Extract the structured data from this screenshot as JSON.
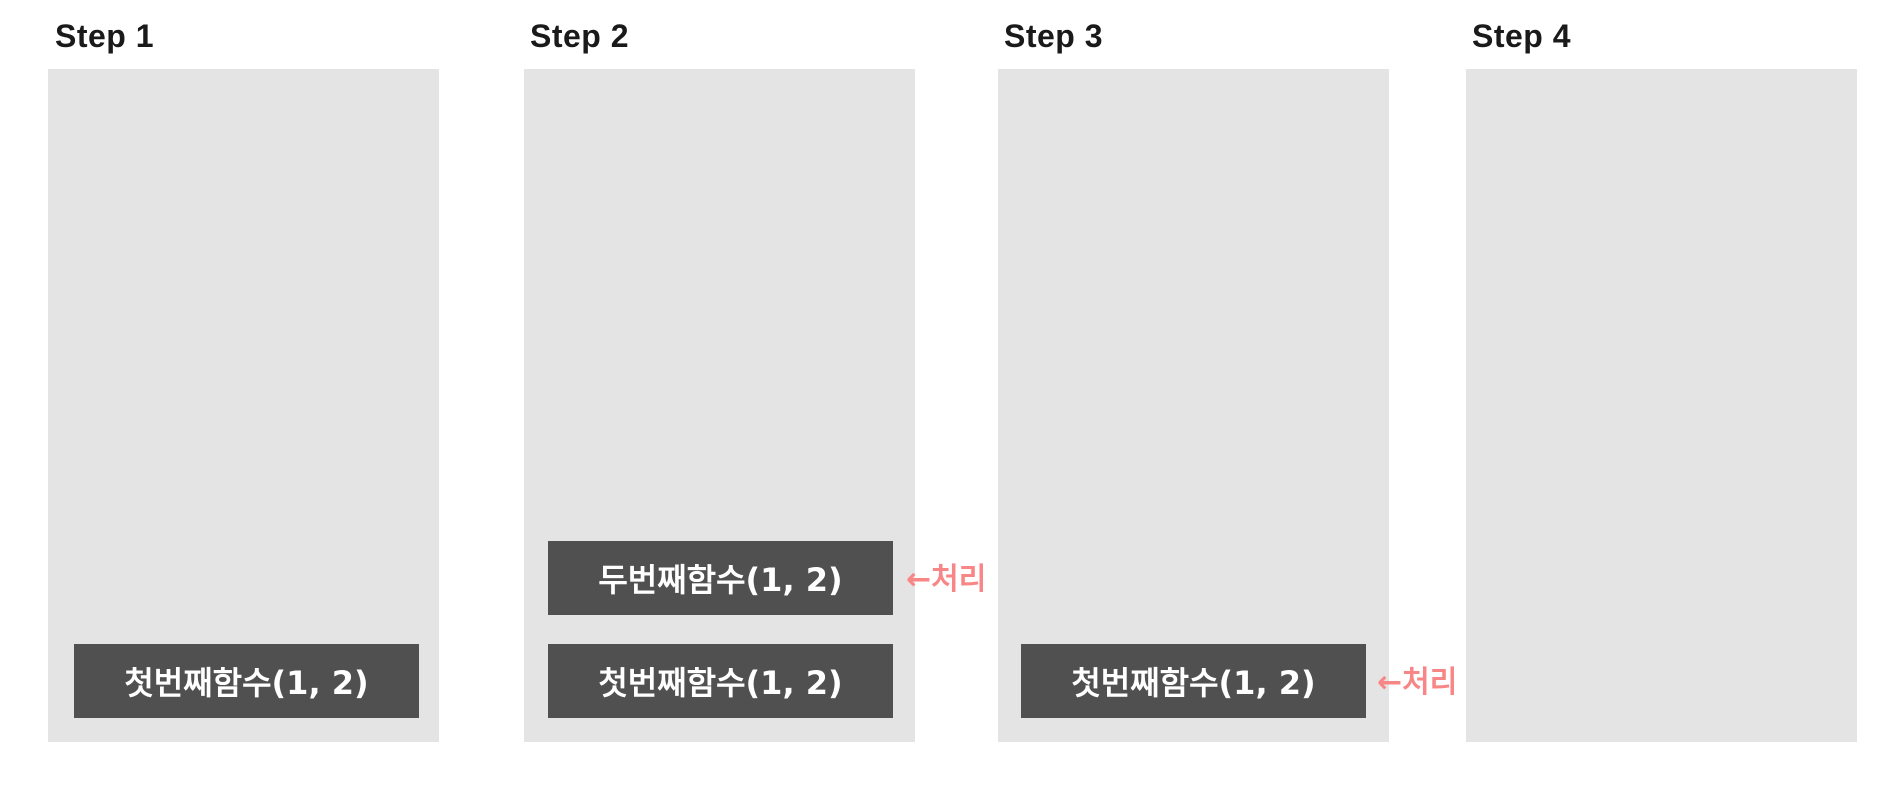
{
  "steps": [
    {
      "title": "Step 1",
      "stack": [
        {
          "label": "첫번째함수(1, 2)"
        }
      ]
    },
    {
      "title": "Step 2",
      "stack": [
        {
          "label": "두번째함수(1, 2)",
          "annotation": "←처리"
        },
        {
          "label": "첫번째함수(1, 2)"
        }
      ]
    },
    {
      "title": "Step 3",
      "stack": [
        {
          "label": "첫번째함수(1, 2)",
          "annotation": "←처리"
        }
      ]
    },
    {
      "title": "Step 4",
      "stack": []
    }
  ],
  "colors": {
    "panel": "#e4e4e4",
    "function_box": "#505050",
    "function_text": "#ffffff",
    "annotation": "#f98686",
    "title": "#1a1a1a"
  }
}
